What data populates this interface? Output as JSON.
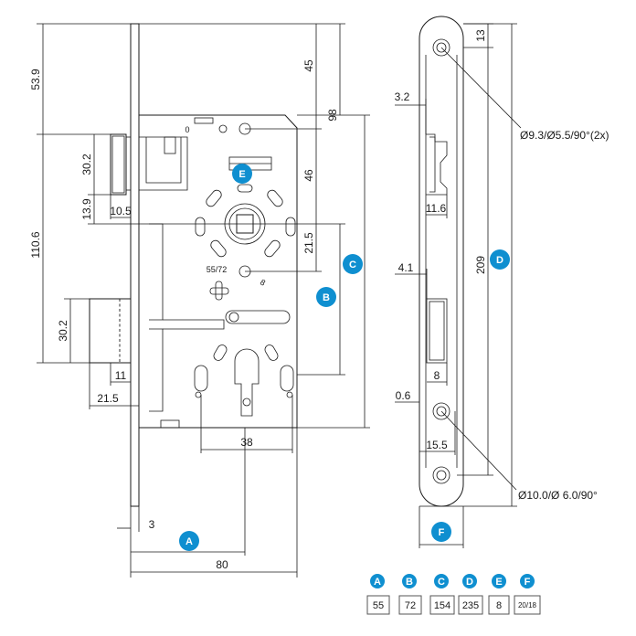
{
  "dimensions": {
    "d53_9": "53.9",
    "d110_6": "110.6",
    "d30_2_top": "30.2",
    "d13_9": "13.9",
    "d10_5": "10.5",
    "d30_2_bottom": "30.2",
    "d11": "11",
    "d21_5_left": "21.5",
    "d3": "3",
    "d80": "80",
    "d38": "38",
    "d45": "45",
    "d98": "98",
    "d46": "46",
    "d21_5_mid": "21.5",
    "d55_72": "55/72",
    "d3_2": "3.2",
    "d11_6": "11.6",
    "d4_1": "4.1",
    "d8": "8",
    "d0_6": "0.6",
    "d15_5": "15.5",
    "d13": "13",
    "d209": "209",
    "hole_top": "Ø9.3/Ø5.5/90°(2x)",
    "hole_bottom": "Ø10.0/Ø 6.0/90°",
    "zero_mark": "0",
    "eight_mark": "8"
  },
  "badges": {
    "A": "A",
    "B": "B",
    "C": "C",
    "D": "D",
    "E": "E",
    "F": "F"
  },
  "colors": {
    "badge": "#0f8fd0",
    "line": "#1a1a1a"
  },
  "legend": [
    {
      "key": "A",
      "value": "55"
    },
    {
      "key": "B",
      "value": "72"
    },
    {
      "key": "C",
      "value": "154"
    },
    {
      "key": "D",
      "value": "235"
    },
    {
      "key": "E",
      "value": "8"
    },
    {
      "key": "F",
      "value": "20/18"
    }
  ]
}
